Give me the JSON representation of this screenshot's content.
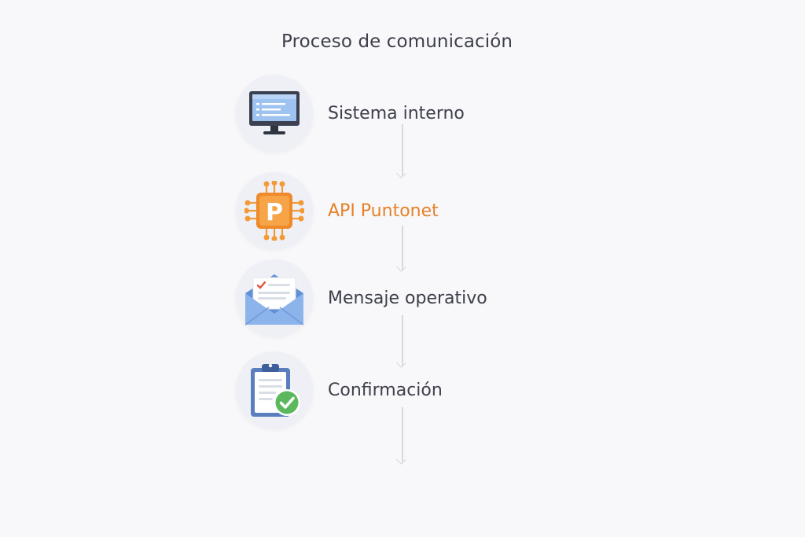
{
  "diagram": {
    "title": "Proceso de comunicación",
    "steps": [
      {
        "label": "Sistema interno",
        "icon": "monitor-icon"
      },
      {
        "label": "API Puntonet",
        "icon": "api-chip-icon",
        "icon_letter": "P",
        "accent_color": "#e58129"
      },
      {
        "label": "Mensaje operativo",
        "icon": "envelope-icon"
      },
      {
        "label": "Confirmación",
        "icon": "clipboard-check-icon"
      }
    ]
  },
  "colors": {
    "text": "#3d3f4a",
    "accent": "#e58129",
    "connector": "#d6d8de",
    "success": "#5cb85c",
    "envelope": "#7fa8e0"
  }
}
